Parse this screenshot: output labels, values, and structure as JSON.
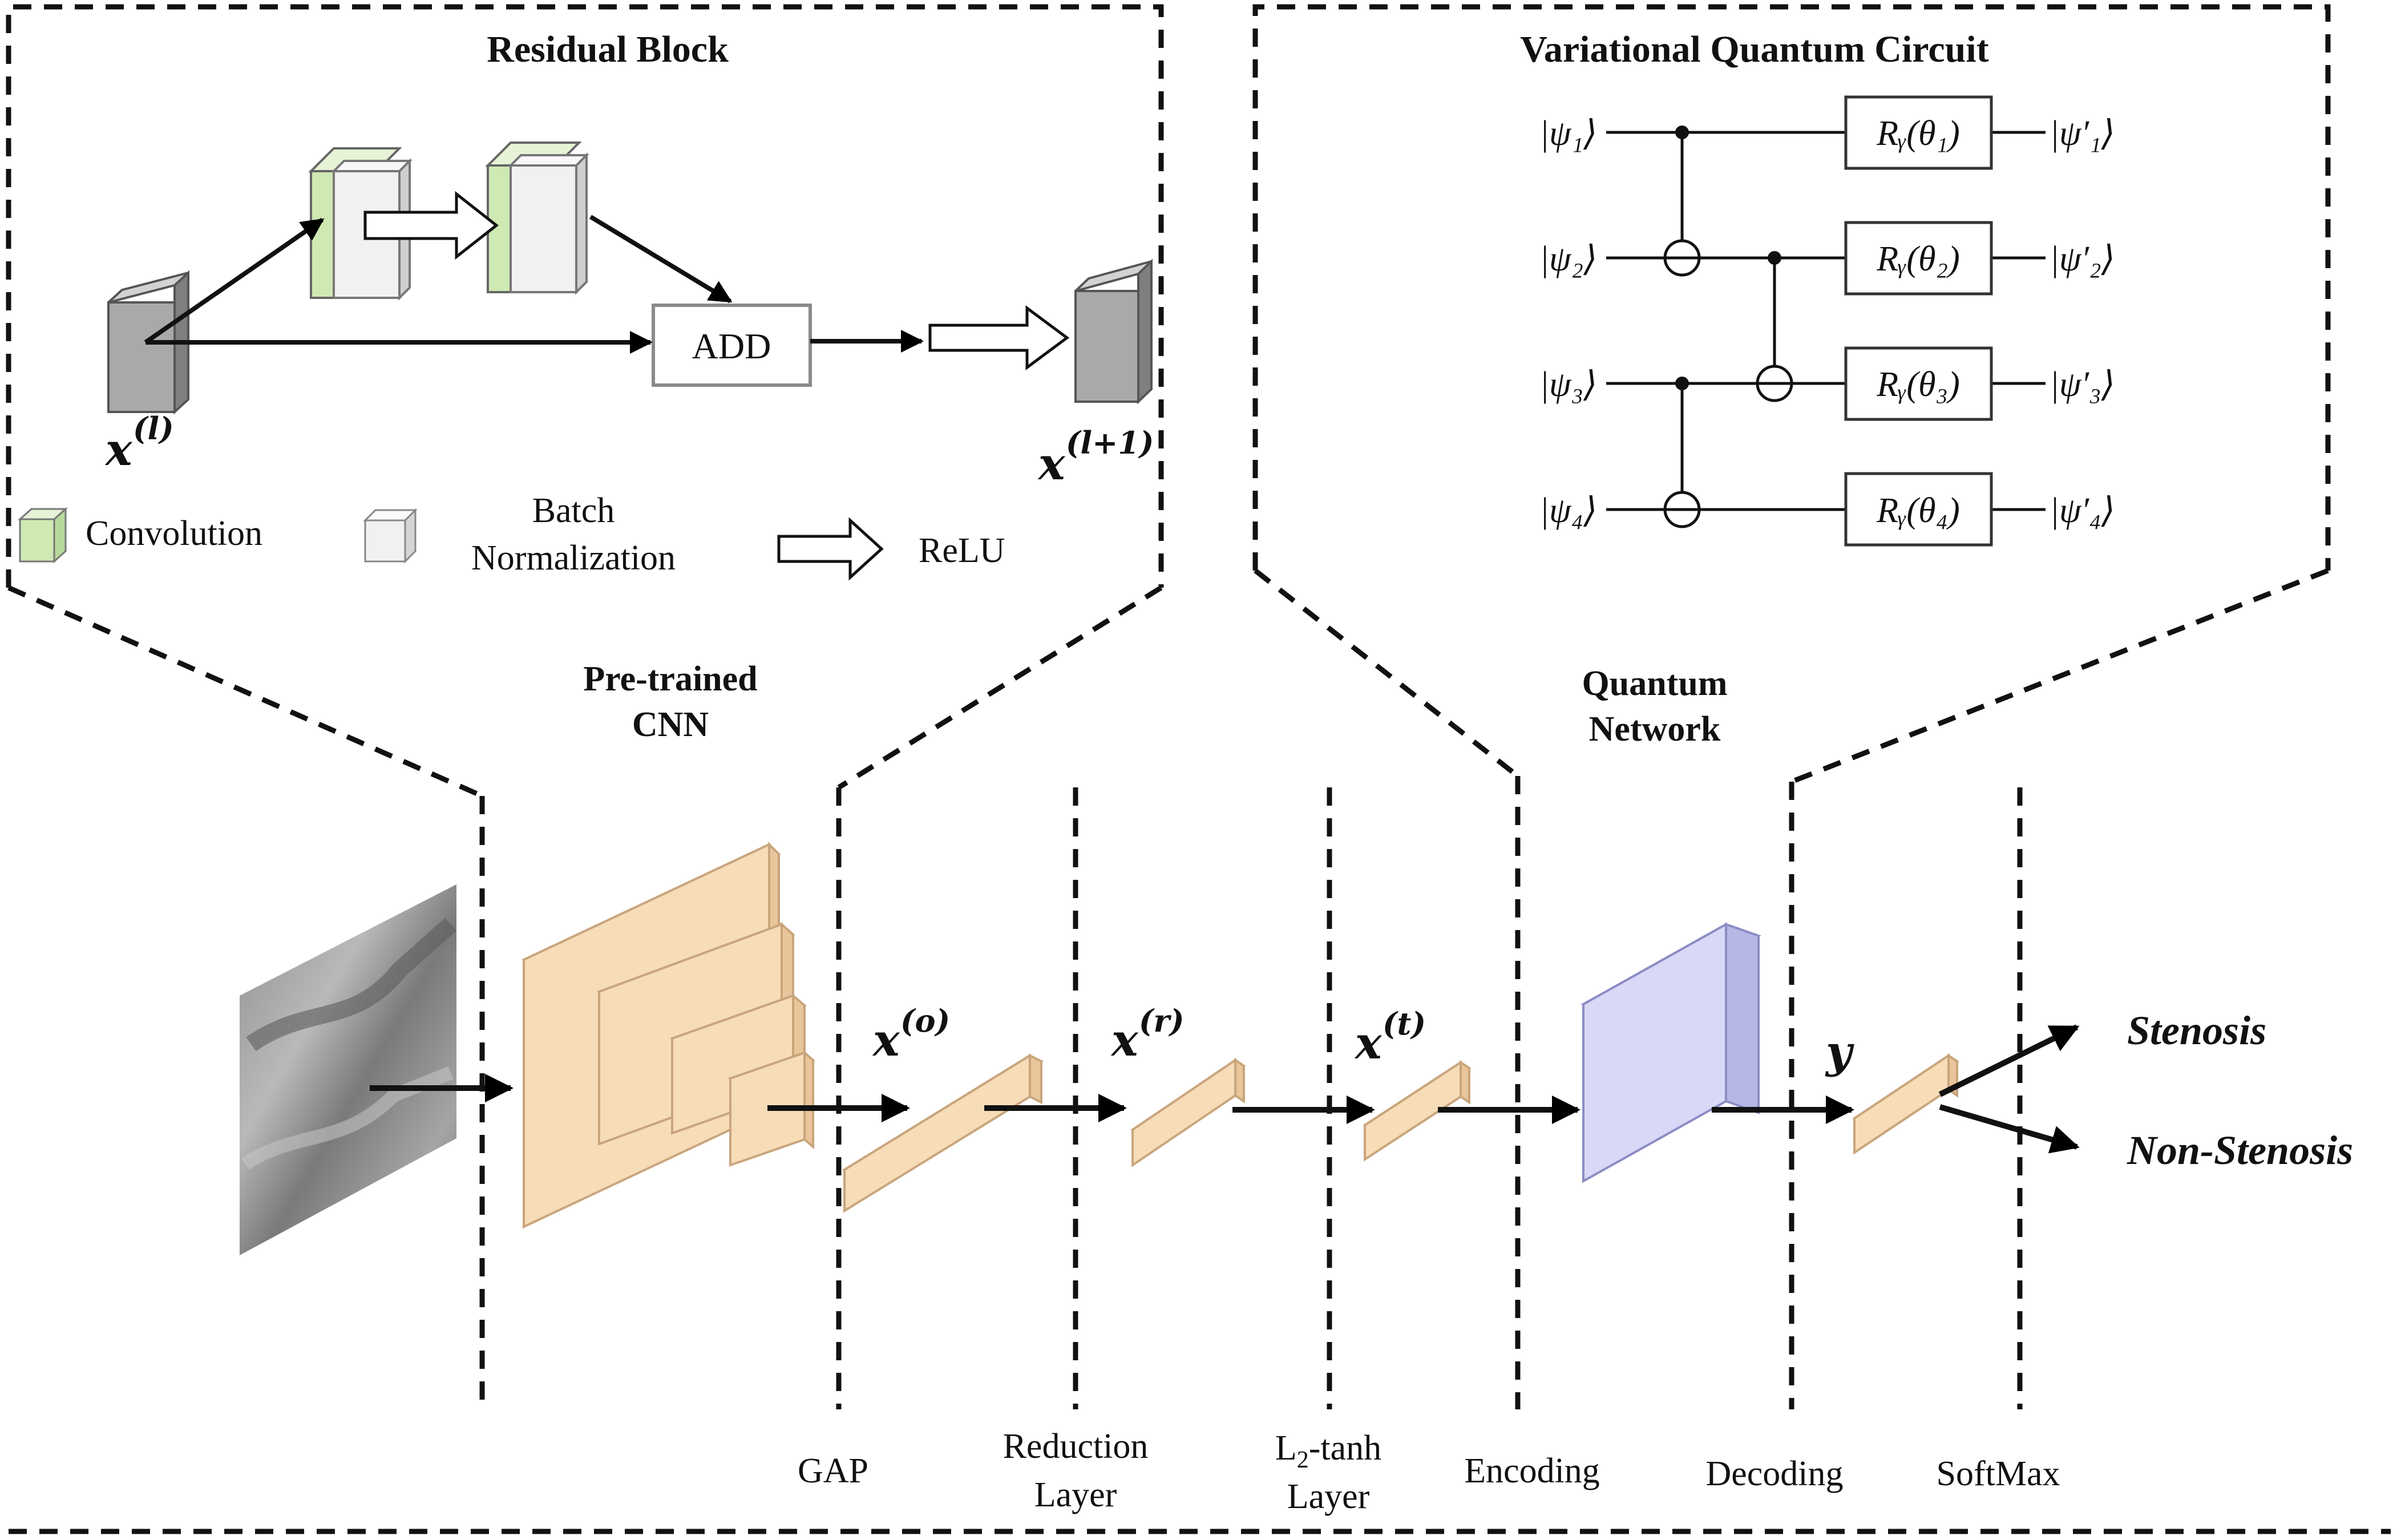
{
  "residual_block": {
    "title": "Residual Block",
    "add_label": "ADD",
    "input_var": "x",
    "input_sup": "(l)",
    "output_var": "x",
    "output_sup": "(l+1)",
    "legend": {
      "convolution": "Convolution",
      "batch_norm_line1": "Batch",
      "batch_norm_line2": "Normalization",
      "relu": "ReLU"
    }
  },
  "quantum_circuit": {
    "title": "Variational Quantum Circuit",
    "qubits": [
      {
        "in": "|ψ₁⟩",
        "gate": "Rᵧ(θ₁)",
        "out": "|ψ′₁⟩"
      },
      {
        "in": "|ψ₂⟩",
        "gate": "Rᵧ(θ₂)",
        "out": "|ψ′₂⟩"
      },
      {
        "in": "|ψ₃⟩",
        "gate": "Rᵧ(θ₃)",
        "out": "|ψ′₃⟩"
      },
      {
        "in": "|ψ₄⟩",
        "gate": "Rᵧ(θ₄)",
        "out": "|ψ′₄⟩"
      }
    ]
  },
  "pipeline": {
    "cnn_title_1": "Pre-trained",
    "cnn_title_2": "CNN",
    "qn_title_1": "Quantum",
    "qn_title_2": "Network",
    "features": [
      {
        "var": "x",
        "sup": "(o)"
      },
      {
        "var": "x",
        "sup": "(r)"
      },
      {
        "var": "x",
        "sup": "(t)"
      }
    ],
    "output_var": "y",
    "outputs": [
      "Stenosis",
      "Non-Stenosis"
    ],
    "stages": {
      "gap": "GAP",
      "reduction_1": "Reduction",
      "reduction_2": "Layer",
      "l2_main": "L",
      "l2_sub": "2",
      "l2_rest": "-tanh",
      "l2_line2": "Layer",
      "encoding": "Encoding",
      "decoding": "Decoding",
      "softmax": "SoftMax"
    }
  },
  "colors": {
    "convolution": "#cfe9b3",
    "batch_norm": "#f1f1f1",
    "block_gray": "#a9a9a9",
    "feature_box": "#f7dcb8",
    "feature_edge": "#c9a57c",
    "quantum_box": "#d8d8f7",
    "quantum_edge": "#8c8cc4"
  }
}
